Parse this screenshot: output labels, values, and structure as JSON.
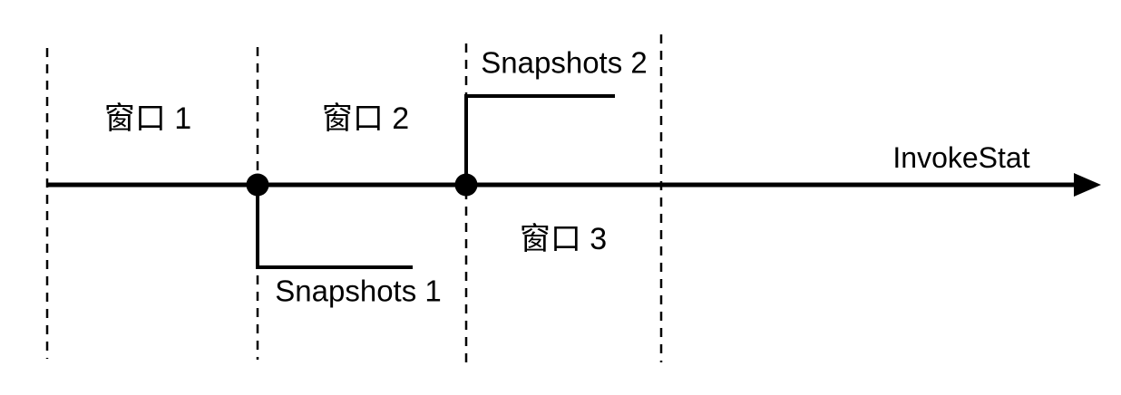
{
  "diagram": {
    "background_color": "#ffffff",
    "line_color": "#000000",
    "axis_label": "InvokeStat",
    "windows": [
      {
        "label": "窗口 1"
      },
      {
        "label": "窗口 2"
      },
      {
        "label": "窗口 3"
      }
    ],
    "snapshots": [
      {
        "label": "Snapshots 1"
      },
      {
        "label": "Snapshots 2"
      }
    ]
  }
}
